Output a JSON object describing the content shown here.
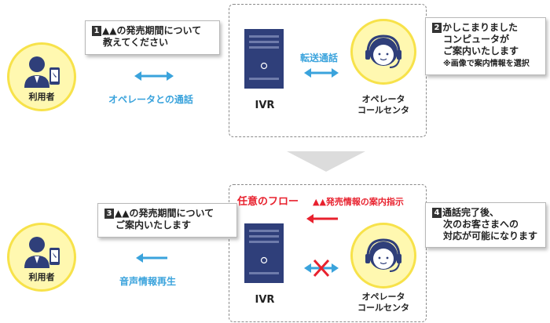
{
  "colors": {
    "accent_blue": "#3aa3dc",
    "alert_red": "#e8212e",
    "circle_fill": "#fff8b0",
    "circle_border": "#f7e24a",
    "server": "#2f3f7a"
  },
  "top": {
    "user_label": "利用者",
    "bubble1": {
      "num": "1",
      "line1": "▲▲の発売期間について",
      "line2": "教えてください"
    },
    "arrow_label": "オペレータとの通話",
    "transfer_label": "転送通話",
    "ivr_label": "IVR",
    "operator_label": [
      "オペレータ",
      "コールセンタ"
    ],
    "bubble2": {
      "num": "2",
      "line1": "かしこまりました",
      "line2": "コンピュータが",
      "line3": "ご案内いたします",
      "note": "※画像で案内情報を選択"
    }
  },
  "bottom": {
    "user_label": "利用者",
    "bubble3": {
      "num": "3",
      "line1": "▲▲の発売期間について",
      "line2": "ご案内いたします"
    },
    "arrow_label": "音声情報再生",
    "flow_label": "任意のフロー",
    "instruction_label": "▲▲発売情報の案内指示",
    "ivr_label": "IVR",
    "operator_label": [
      "オペレータ",
      "コールセンタ"
    ],
    "bubble4": {
      "num": "4",
      "line1": "通話完了後、",
      "line2": "次のお客さまへの",
      "line3": "対応が可能になります"
    }
  }
}
